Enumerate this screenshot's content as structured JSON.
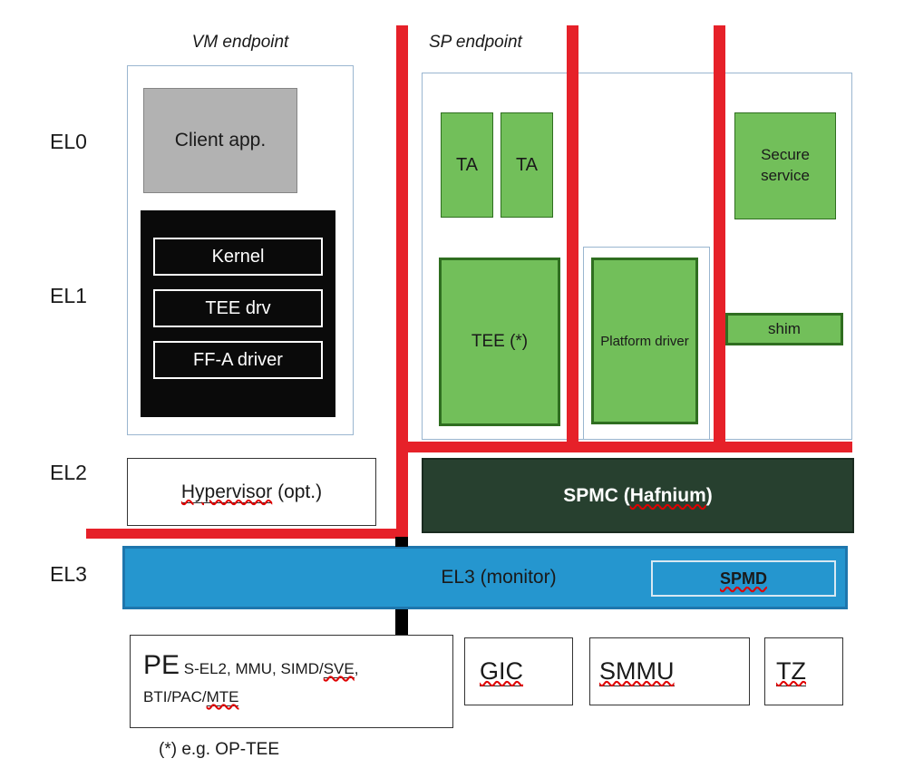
{
  "rows": {
    "el0": "EL0",
    "el1": "EL1",
    "el2": "EL2",
    "el3": "EL3"
  },
  "headers": {
    "vm_endpoint": "VM endpoint",
    "sp_endpoint": "SP endpoint"
  },
  "vm": {
    "client_app": "Client app.",
    "kernel": "Kernel",
    "tee_drv": "TEE drv",
    "ffa_driver": "FF-A driver"
  },
  "sp": {
    "ta1": "TA",
    "ta2": "TA",
    "tee": "TEE (*)",
    "platform_driver": "Platform driver",
    "secure_service": "Secure service",
    "shim": "shim"
  },
  "el2_row": {
    "hypervisor_word": "Hypervisor",
    "hypervisor_rest": " (opt.)",
    "spmc_pre": "SPMC (",
    "spmc_word": "Hafnium",
    "spmc_post": ")"
  },
  "el3_row": {
    "monitor": "EL3 (monitor)",
    "spmd": "SPMD"
  },
  "hardware": {
    "pe": "PE",
    "pe_detail_pre": " S-EL2, MMU, SIMD/",
    "pe_detail_sve": "SVE",
    "pe_detail_mid": ",",
    "pe_detail_line2": "BTI/PAC/",
    "pe_detail_mte": "MTE",
    "gic": "GIC",
    "smmu": "SMMU",
    "tz": "TZ"
  },
  "footnote": "(*) e.g. OP-TEE",
  "colors": {
    "green_fill": "#72bf5a",
    "green_border": "#2f6e20",
    "red_line": "#e62129",
    "blue_fill": "#2596cf",
    "blue_border": "#1e76ad",
    "spmc_fill": "#27402f",
    "gray_fill": "#b2b2b2",
    "container_border": "#9ab6d0",
    "squiggle": "#e00000"
  }
}
